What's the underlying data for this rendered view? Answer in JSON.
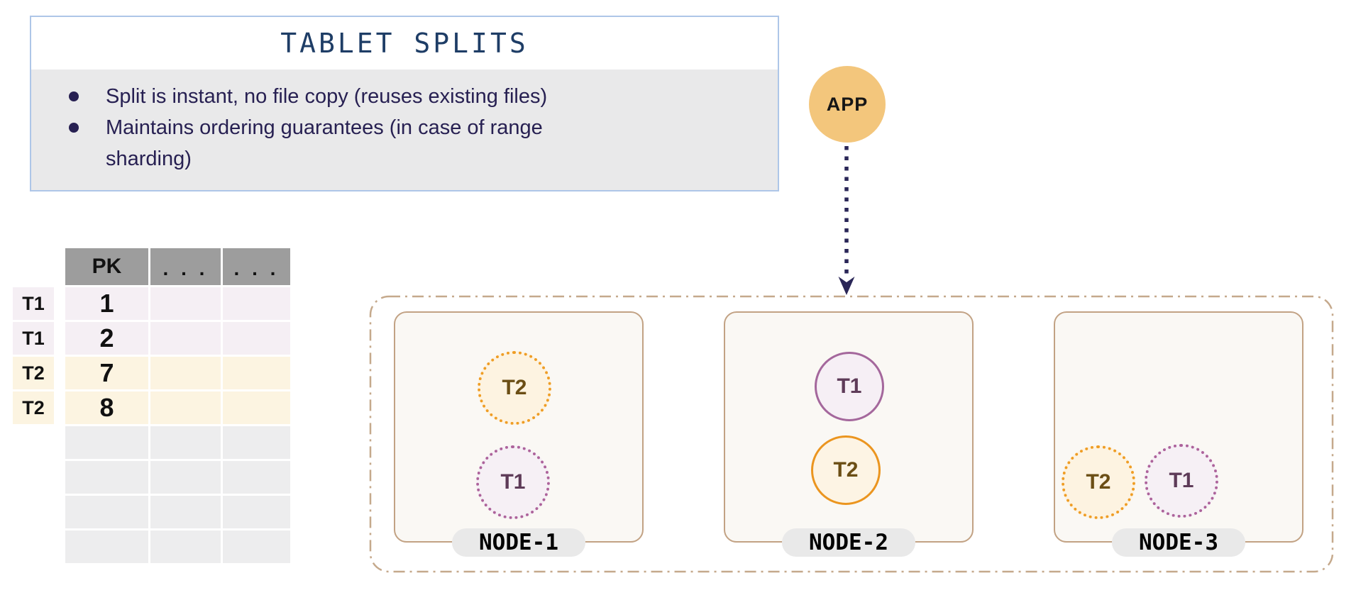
{
  "info_box": {
    "title": "TABLET SPLITS",
    "bullets": [
      "Split is instant, no file copy (reuses existing files)",
      "Maintains ordering guarantees (in case of range sharding)"
    ]
  },
  "app": {
    "label": "APP"
  },
  "table": {
    "headers": [
      "PK",
      ". . .",
      ". . ."
    ],
    "row_labels": [
      "T1",
      "T1",
      "T2",
      "T2"
    ],
    "pk_values": [
      "1",
      "2",
      "7",
      "8"
    ],
    "empty_row_count": 4
  },
  "cluster": {
    "nodes": [
      {
        "label": "NODE-1",
        "tablets": [
          {
            "name": "T2",
            "variant": "dotted-orange"
          },
          {
            "name": "T1",
            "variant": "dotted-purple"
          }
        ]
      },
      {
        "label": "NODE-2",
        "tablets": [
          {
            "name": "T1",
            "variant": "solid-purple"
          },
          {
            "name": "T2",
            "variant": "solid-orange"
          }
        ]
      },
      {
        "label": "NODE-3",
        "tablets": [
          {
            "name": "T2",
            "variant": "dotted-orange"
          },
          {
            "name": "T1",
            "variant": "dotted-purple"
          }
        ]
      }
    ]
  },
  "colors": {
    "info_border": "#AEC6E8",
    "info_title_text": "#1E3D66",
    "info_body_bg": "#E9E9EA",
    "bullet_text": "#272052",
    "app_circle": "#F3C67C",
    "arrow": "#2A2657",
    "table_header_bg": "#9D9D9D",
    "t1_row_bg": "#F5EFF4",
    "t2_row_bg": "#FCF4E1",
    "empty_row_bg": "#EDEDEE",
    "cluster_dash_border": "#C5A98C",
    "node_border": "#C2A284",
    "node_bg": "#FAF8F4",
    "node_pill_bg": "#E9E9E9",
    "orange": "#EF9D25",
    "purple": "#A4679C",
    "orange_fill": "#FDF3E1",
    "purple_fill": "#F6F0F5"
  }
}
